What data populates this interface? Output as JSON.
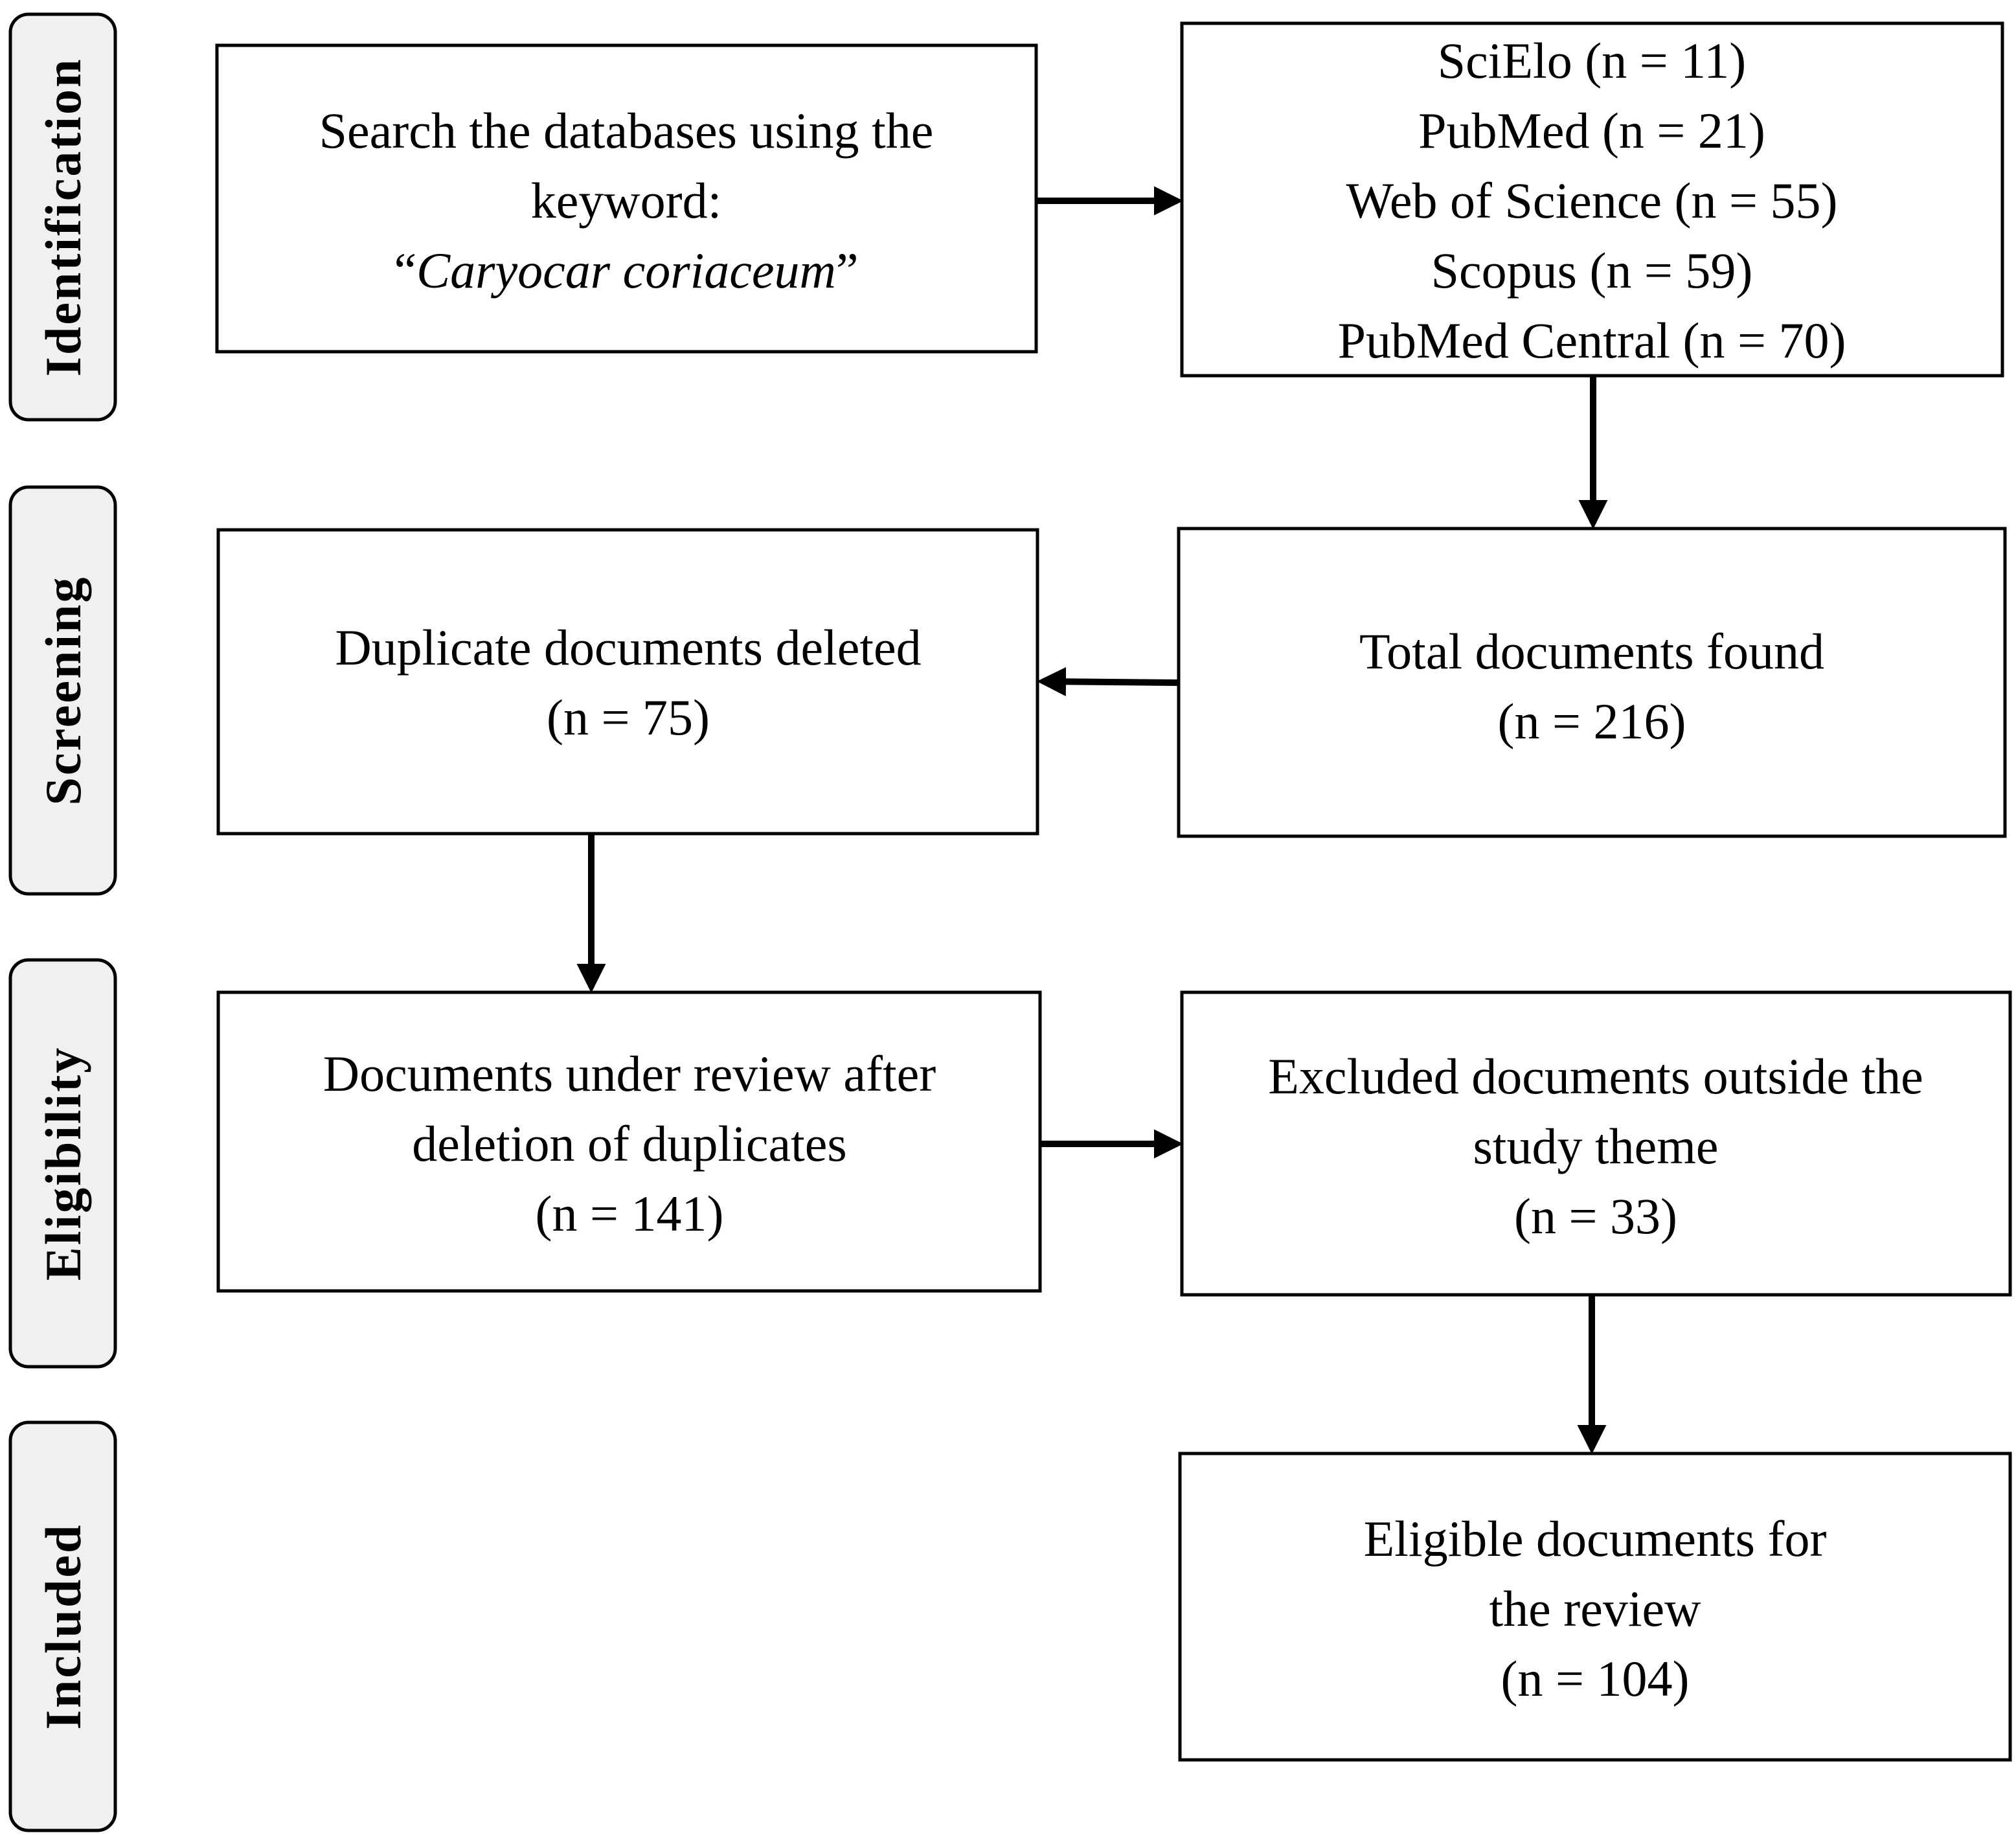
{
  "stages": {
    "identification": "Identification",
    "screening": "Screening",
    "eligibility": "Eligibility",
    "included": "Included"
  },
  "boxes": {
    "search": {
      "line1": "Search the databases using the",
      "line2": "keyword:",
      "quote_open": "“",
      "keyword": "Caryocar coriaceum",
      "quote_close": "”"
    },
    "databases": [
      "SciElo (n = 11)",
      "PubMed (n = 21)",
      "Web of Science (n = 55)",
      "Scopus (n = 59)",
      "PubMed Central (n = 70)"
    ],
    "total": {
      "line1": "Total documents found",
      "line2": "(n = 216)"
    },
    "duplicates": {
      "line1": "Duplicate documents deleted",
      "line2": "(n = 75)"
    },
    "under_review": {
      "line1": "Documents under review after",
      "line2": "deletion of duplicates",
      "line3": "(n = 141)"
    },
    "excluded": {
      "line1": "Excluded documents outside the",
      "line2": "study theme",
      "line3": "(n = 33)"
    },
    "eligible": {
      "line1": "Eligible documents for",
      "line2": "the review",
      "line3": "(n = 104)"
    }
  }
}
